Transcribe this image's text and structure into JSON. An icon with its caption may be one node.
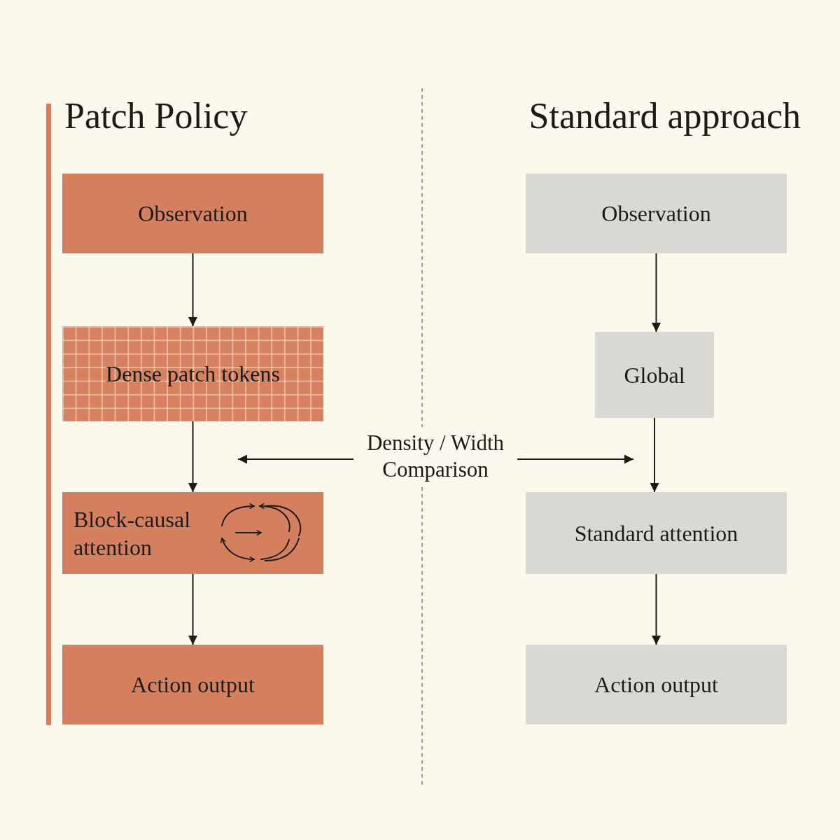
{
  "diagram": {
    "nodes": [
      {
        "text": [
          "Observation"
        ]
      },
      {
        "text": [
          "Dense patch tokens"
        ]
      },
      {
        "text": [
          "Block-causal attention"
        ]
      },
      {
        "text": [
          "Action output"
        ]
      },
      {
        "text": [
          "Observation"
        ]
      },
      {
        "text": [
          "Global"
        ]
      },
      {
        "text": [
          "Standard attention"
        ]
      },
      {
        "text": [
          "Action output"
        ]
      }
    ],
    "edges": [
      {
        "from": 0,
        "to": 1,
        "arrow": "to"
      },
      {
        "from": 1,
        "to": 2,
        "arrow": "to"
      },
      {
        "from": 2,
        "to": 3,
        "arrow": "to"
      },
      {
        "from": 4,
        "to": 5,
        "arrow": "to"
      },
      {
        "from": 5,
        "to": 6,
        "arrow": "to"
      },
      {
        "from": 6,
        "to": 7,
        "arrow": "to"
      }
    ],
    "labels": [
      "Patch Policy",
      "Standard approach",
      "Density / Width Comparison"
    ]
  }
}
